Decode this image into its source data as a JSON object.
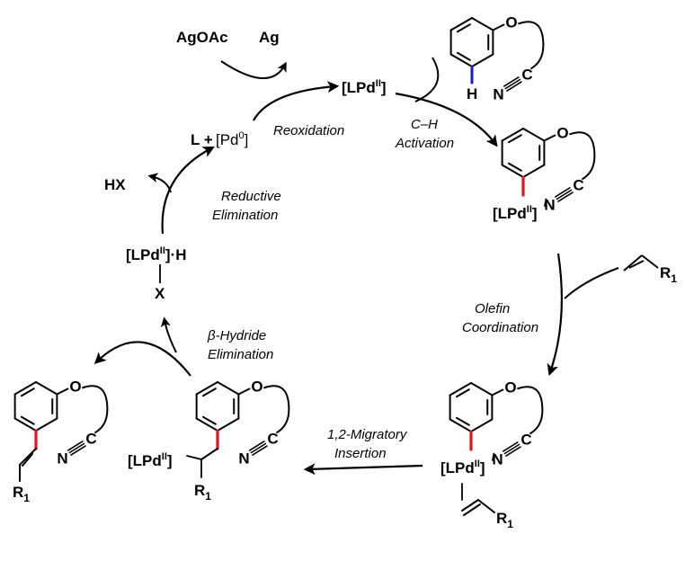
{
  "reagents": {
    "oxidant": "AgOAc",
    "reduced_silver": "Ag",
    "ligand_plus": "L +",
    "pd0": "[Pd",
    "pd0_sup": "0",
    "pd0_close": "]",
    "hx": "HX",
    "alkene_r": "R",
    "alkene_r_sub": "1"
  },
  "steps": {
    "reoxidation": "Reoxidation",
    "ch_activation_1": "C–H",
    "ch_activation_2": "Activation",
    "reductive_1": "Reductive",
    "reductive_2": "Elimination",
    "olefin_1": "Olefin",
    "olefin_2": "Coordination",
    "migratory_1": "1,2-Migratory",
    "migratory_2": "Insertion",
    "beta_1": "β-Hydride",
    "beta_2": "Elimination"
  },
  "species": {
    "lpd": "[LPd",
    "lpd_sup": "II",
    "lpd_close": "]",
    "hydride_suffix": "·H",
    "x_label": "X",
    "o_label": "O",
    "n_label": "N",
    "c_label": "C",
    "h_label": "H",
    "r_label": "R",
    "r_sub": "1"
  },
  "colors": {
    "bond_highlight": "#e0161c",
    "hydrogen": "#1a1adb",
    "ink": "#000000"
  }
}
